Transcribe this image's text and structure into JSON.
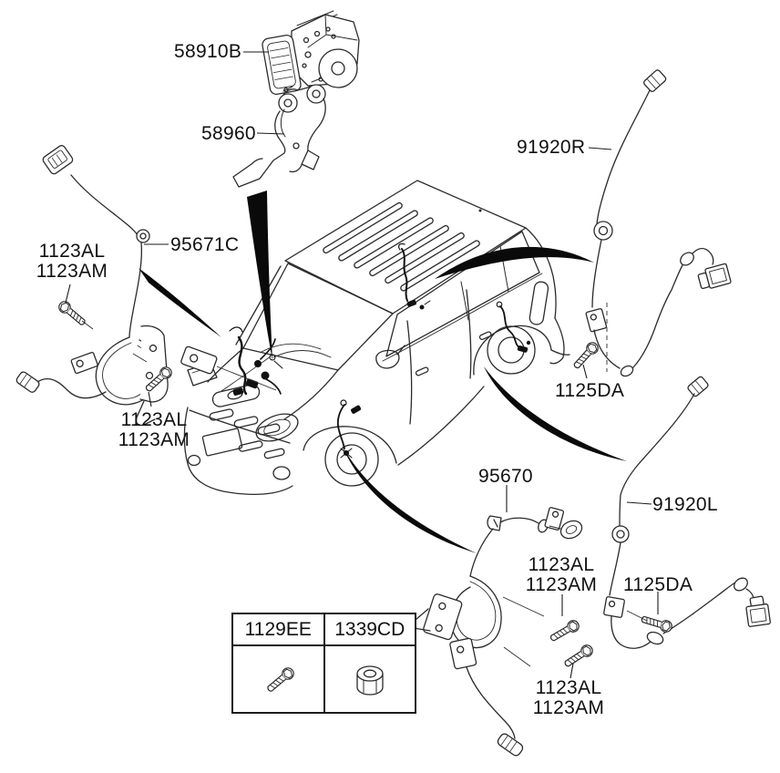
{
  "diagram": {
    "kind": "vehicle-abs-parts-diagram",
    "colors": {
      "background": "#ffffff",
      "line": "#2b2b2b",
      "text": "#111111",
      "arrow": "#0a0a0a"
    },
    "parts": {
      "hydraulic_module": "58910B",
      "module_bracket": "58960",
      "front_left_sensor": "95671C",
      "front_sensor": "95670",
      "rear_right_sensor": "91920R",
      "rear_left_sensor": "91920L",
      "bolt_small_a": "1123AL",
      "bolt_small_b": "1123AM",
      "bolt_rear": "1125DA"
    },
    "legend": {
      "columns": [
        {
          "code": "1129EE",
          "icon": "bolt-icon"
        },
        {
          "code": "1339CD",
          "icon": "nut-icon"
        }
      ]
    }
  }
}
